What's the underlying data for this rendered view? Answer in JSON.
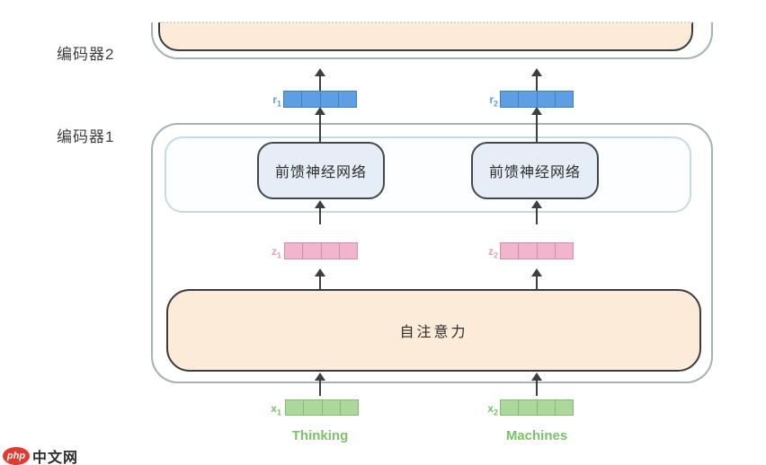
{
  "left_labels": {
    "encoder2": "编码器2",
    "encoder1": "编码器1"
  },
  "encoder1": {
    "ffn_boxes": [
      {
        "label": "前馈神经网络"
      },
      {
        "label": "前馈神经网络"
      }
    ],
    "self_attention_label": "自注意力"
  },
  "vectors": {
    "r1": {
      "base": "r",
      "sub": "1"
    },
    "r2": {
      "base": "r",
      "sub": "2"
    },
    "z1": {
      "base": "z",
      "sub": "1"
    },
    "z2": {
      "base": "z",
      "sub": "2"
    },
    "x1": {
      "base": "x",
      "sub": "1"
    },
    "x2": {
      "base": "x",
      "sub": "2"
    }
  },
  "words": [
    "Thinking",
    "Machines"
  ],
  "logo": {
    "badge": "php",
    "text": "中文网"
  },
  "colors": {
    "vector_r_fill": "#5D9FE2",
    "vector_r_border": "#3E7EC5",
    "vector_z_fill": "#F1B6CD",
    "vector_z_border": "#CE8FAC",
    "vector_x_fill": "#ACD89B",
    "vector_x_border": "#82BB6D",
    "box_peach_fill": "#FBEBD8",
    "ffn_fill": "#E5EEF6",
    "dark_border": "#3B3B3B",
    "outer_box_border": "#A6B2AA",
    "ffn_layer_border": "#C6DAE6",
    "green_text": "#7CC16A",
    "logo_red": "#E23A2E",
    "arrow_color": "#3F3F3F"
  }
}
